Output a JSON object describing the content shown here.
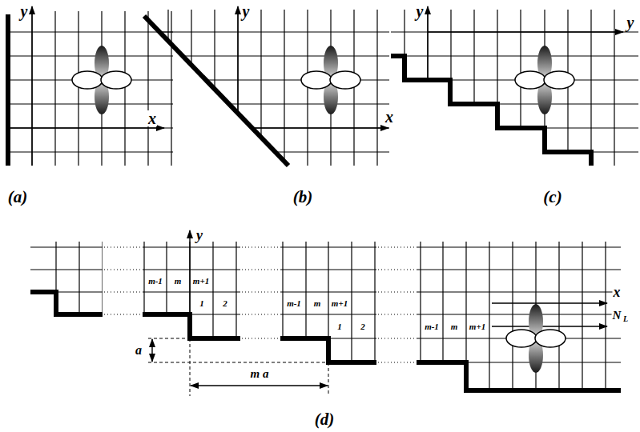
{
  "diagram": {
    "labels": [
      "y",
      "x",
      "y",
      "x",
      "y",
      "y",
      "(a)",
      "(b)",
      "(c)",
      "y",
      "m-1",
      "m",
      "m+1",
      "1",
      "2",
      "m-1",
      "m",
      "m+1",
      "1",
      "2",
      "m-1",
      "m",
      "m+1",
      "x",
      "N",
      "L",
      "a",
      "m a",
      "(d)"
    ]
  }
}
